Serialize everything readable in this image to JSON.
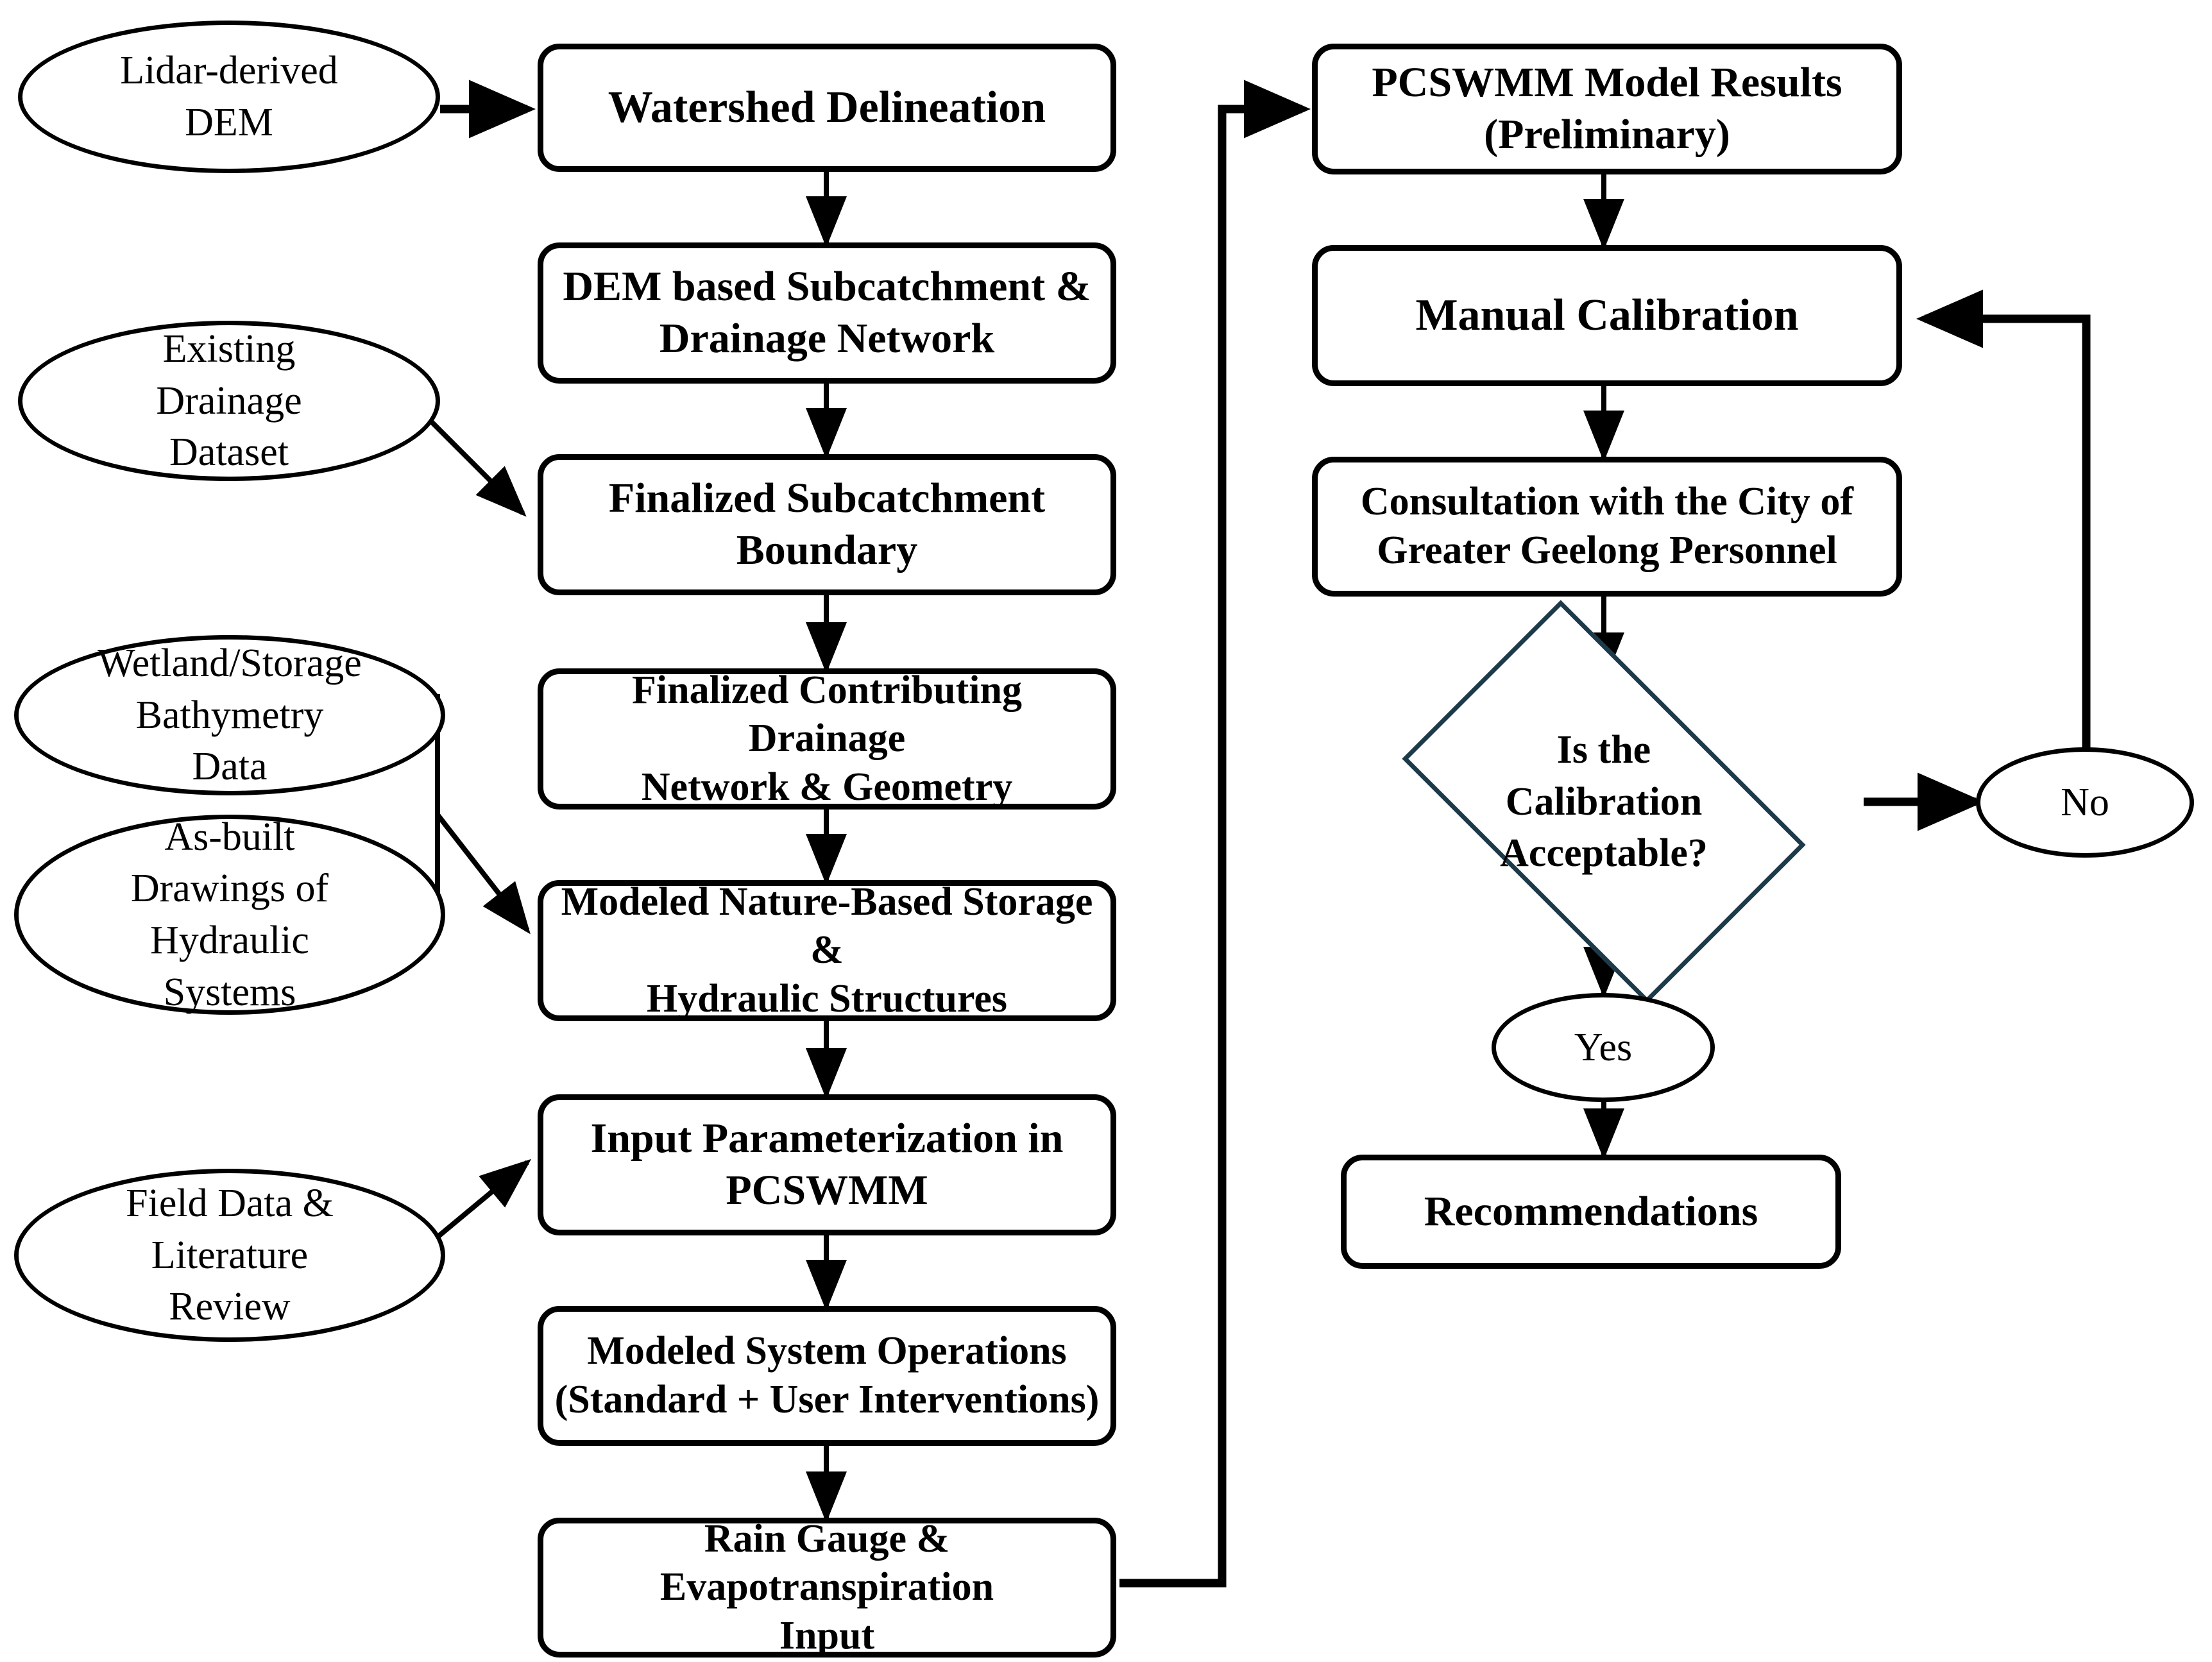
{
  "diagram": {
    "title": "PCSWMM Hydrologic-Hydraulic Modelling Workflow",
    "colors": {
      "stroke": "#000000",
      "decision_stroke": "#1c3a4a",
      "background": "#ffffff",
      "text": "#000000"
    }
  },
  "inputs": [
    {
      "id": "lidar_dem",
      "line1": "Lidar-derived",
      "line2": "DEM",
      "line3": "",
      "line4": ""
    },
    {
      "id": "existing_drain",
      "line1": "Existing",
      "line2": "Drainage",
      "line3": "Dataset",
      "line4": ""
    },
    {
      "id": "bathymetry",
      "line1": "Wetland/Storage",
      "line2": "Bathymetry",
      "line3": "Data",
      "line4": ""
    },
    {
      "id": "as_built",
      "line1": "As-built",
      "line2": "Drawings of",
      "line3": "Hydraulic",
      "line4": "Systems"
    },
    {
      "id": "field_data",
      "line1": "Field Data &",
      "line2": "Literature",
      "line3": "Review",
      "line4": ""
    }
  ],
  "process_left": [
    {
      "id": "watershed_delineation",
      "line1": "Watershed Delineation",
      "line2": ""
    },
    {
      "id": "dem_subcatchment",
      "line1": "DEM based Subcatchment &",
      "line2": "Drainage Network"
    },
    {
      "id": "finalized_subcatchment",
      "line1": "Finalized Subcatchment",
      "line2": "Boundary"
    },
    {
      "id": "finalized_network",
      "line1": "Finalized Contributing Drainage",
      "line2": "Network & Geometry"
    },
    {
      "id": "modeled_storage",
      "line1": "Modeled Nature-Based Storage &",
      "line2": "Hydraulic Structures"
    },
    {
      "id": "input_parameterization",
      "line1": "Input Parameterization in",
      "line2": "PCSWMM"
    },
    {
      "id": "modeled_operations",
      "line1": "Modeled System Operations",
      "line2": "(Standard + User Interventions)"
    },
    {
      "id": "rain_gauge_et",
      "line1": "Rain Gauge & Evapotranspiration",
      "line2": "Input"
    }
  ],
  "process_right": [
    {
      "id": "pcswmm_results",
      "line1": "PCSWMM Model Results",
      "line2": "(Preliminary)"
    },
    {
      "id": "manual_calibration",
      "line1": "Manual Calibration",
      "line2": ""
    },
    {
      "id": "consultation",
      "line1": "Consultation with the City of",
      "line2": "Greater Geelong Personnel"
    },
    {
      "id": "recommendations",
      "line1": "Recommendations",
      "line2": ""
    }
  ],
  "decision": {
    "id": "calibration_acceptable",
    "line1": "Is the",
    "line2": "Calibration",
    "line3": "Acceptable?"
  },
  "branches": [
    {
      "id": "branch_no",
      "label": "No"
    },
    {
      "id": "branch_yes",
      "label": "Yes"
    }
  ]
}
